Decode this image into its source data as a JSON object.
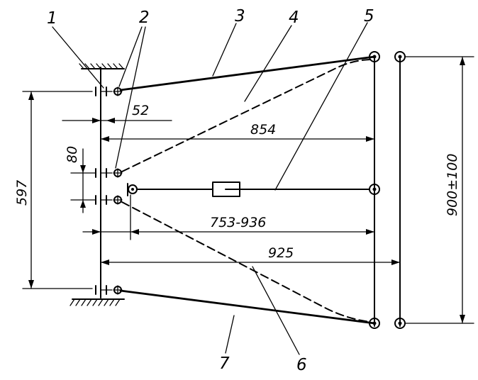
{
  "callouts": [
    "1",
    "2",
    "3",
    "4",
    "5",
    "6",
    "7"
  ],
  "dimensions": {
    "offset_52": "52",
    "span_854": "854",
    "spacing_80": "80",
    "height_597": "597",
    "range_753_936": "753-936",
    "span_925": "925",
    "height_900": "900±100"
  }
}
